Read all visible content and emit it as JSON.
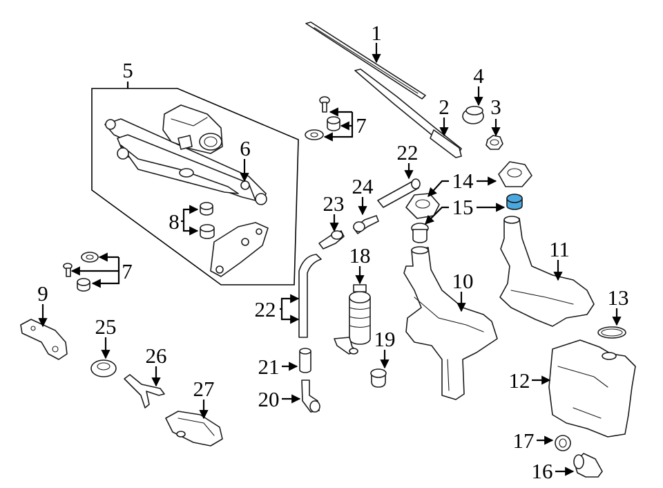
{
  "diagram": {
    "highlight_color": "#4aa8e0",
    "line_color": "#1a1a1a",
    "callouts": [
      {
        "id": "c1",
        "label": "1"
      },
      {
        "id": "c2",
        "label": "2"
      },
      {
        "id": "c3",
        "label": "3"
      },
      {
        "id": "c4",
        "label": "4"
      },
      {
        "id": "c5",
        "label": "5"
      },
      {
        "id": "c6",
        "label": "6"
      },
      {
        "id": "c7a",
        "label": "7"
      },
      {
        "id": "c7b",
        "label": "7"
      },
      {
        "id": "c8",
        "label": "8"
      },
      {
        "id": "c9",
        "label": "9"
      },
      {
        "id": "c10",
        "label": "10"
      },
      {
        "id": "c11",
        "label": "11"
      },
      {
        "id": "c12",
        "label": "12"
      },
      {
        "id": "c13",
        "label": "13"
      },
      {
        "id": "c14",
        "label": "14"
      },
      {
        "id": "c15",
        "label": "15"
      },
      {
        "id": "c16",
        "label": "16"
      },
      {
        "id": "c17",
        "label": "17"
      },
      {
        "id": "c18",
        "label": "18"
      },
      {
        "id": "c19",
        "label": "19"
      },
      {
        "id": "c20",
        "label": "20"
      },
      {
        "id": "c21",
        "label": "21"
      },
      {
        "id": "c22a",
        "label": "22"
      },
      {
        "id": "c22b",
        "label": "22"
      },
      {
        "id": "c23",
        "label": "23"
      },
      {
        "id": "c24",
        "label": "24"
      },
      {
        "id": "c25",
        "label": "25"
      },
      {
        "id": "c26",
        "label": "26"
      },
      {
        "id": "c27",
        "label": "27"
      }
    ]
  }
}
